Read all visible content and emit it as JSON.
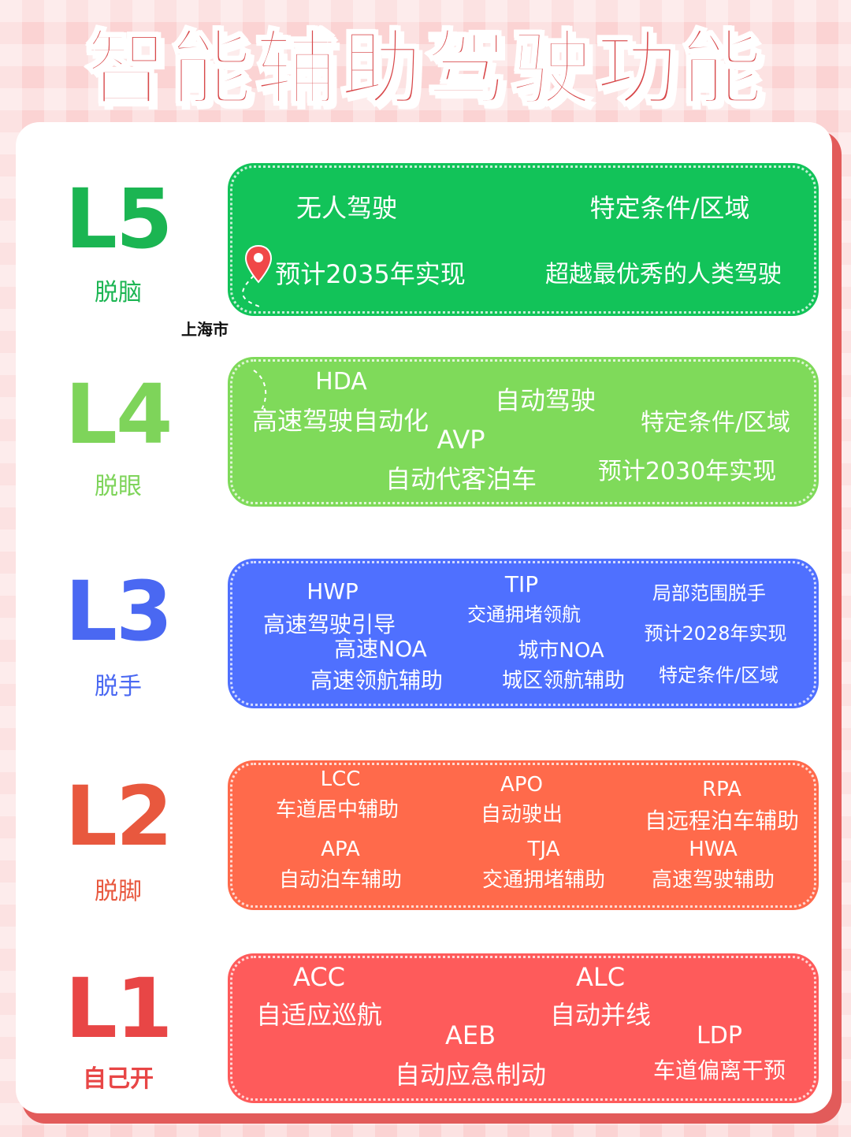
{
  "title": "智能辅助驾驶功能",
  "colors": {
    "background": "#fbd3d3",
    "title": "#d8494b",
    "card_shadow": "#e25b5a",
    "l5": "#12c359",
    "l4": "#7fda5a",
    "l3": "#4f70ff",
    "l2": "#ff6a4b",
    "l1": "#fe5b5b",
    "l5_text": "#1bb552",
    "l4_text": "#7ed45a",
    "l3_text": "#4a68f2",
    "l2_text": "#e8583e",
    "l1_text": "#e84646"
  },
  "location_marker": {
    "icon": "map-pin-icon",
    "label": "上海市"
  },
  "levels": [
    {
      "code": "L5",
      "name": "脱脑",
      "items": [
        "无人驾驶",
        "特定条件/区域",
        "预计2035年实现",
        "超越最优秀的人类驾驶"
      ]
    },
    {
      "code": "L4",
      "name": "脱眼",
      "items": [
        "HDA",
        "高速驾驶自动化",
        "自动驾驶",
        "AVP",
        "特定条件/区域",
        "自动代客泊车",
        "预计2030年实现"
      ]
    },
    {
      "code": "L3",
      "name": "脱手",
      "items": [
        "HWP",
        "TIP",
        "局部范围脱手",
        "交通拥堵领航",
        "高速驾驶引导",
        "预计2028年实现",
        "高速NOA",
        "城市NOA",
        "高速领航辅助",
        "城区领航辅助",
        "特定条件/区域"
      ]
    },
    {
      "code": "L2",
      "name": "脱脚",
      "items": [
        "LCC",
        "APO",
        "RPA",
        "车道居中辅助",
        "自动驶出",
        "自远程泊车辅助",
        "APA",
        "TJA",
        "HWA",
        "自动泊车辅助",
        "交通拥堵辅助",
        "高速驾驶辅助"
      ]
    },
    {
      "code": "L1",
      "name": "自己开",
      "items": [
        "ACC",
        "ALC",
        "自适应巡航",
        "自动并线",
        "AEB",
        "LDP",
        "自动应急制动",
        "车道偏离干预"
      ]
    }
  ]
}
